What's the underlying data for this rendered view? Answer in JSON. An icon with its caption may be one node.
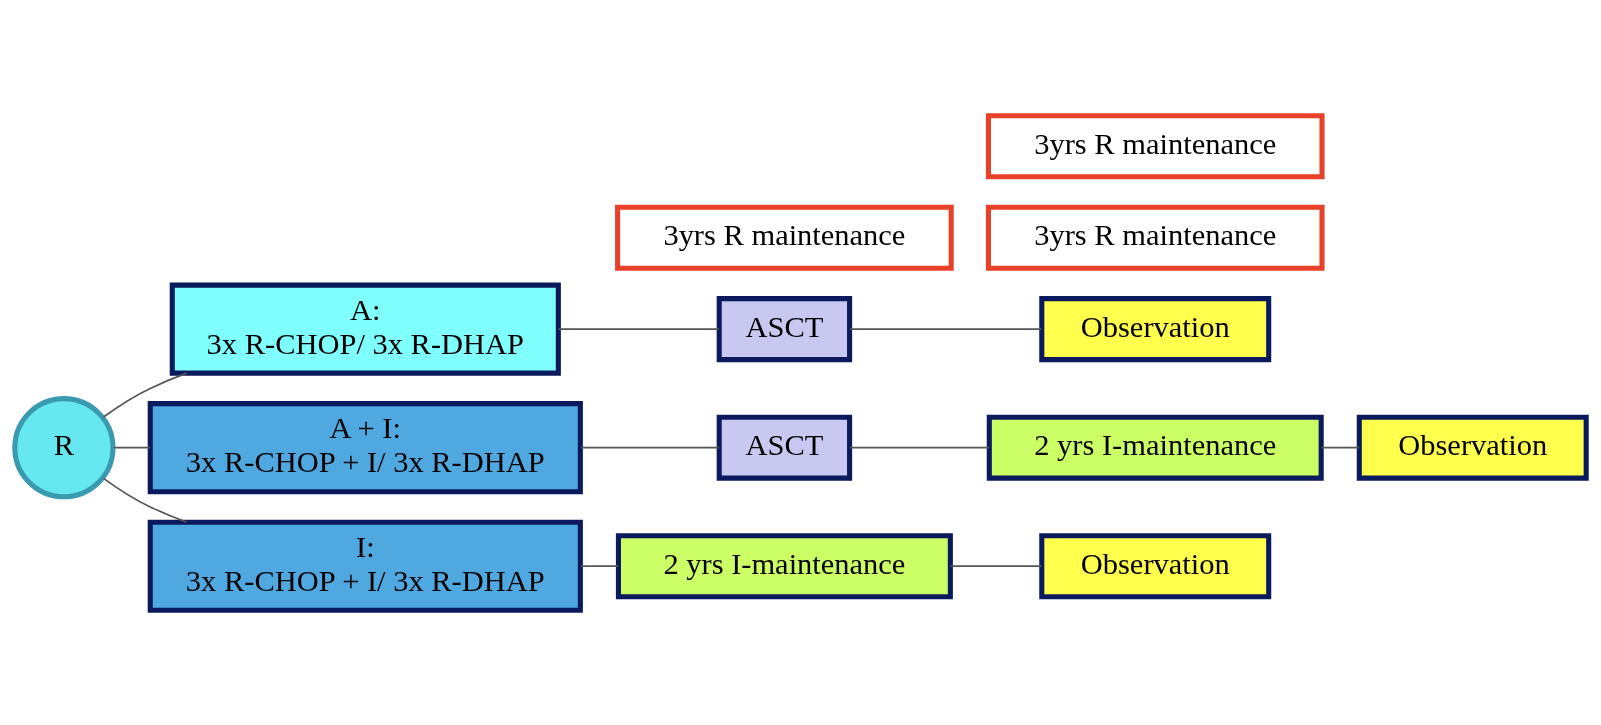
{
  "diagram": {
    "nodes": [
      {
        "text": [
          "R"
        ]
      },
      {
        "text": [
          "A:",
          "3x R-CHOP/ 3x R-DHAP"
        ]
      },
      {
        "text": [
          "ASCT"
        ]
      },
      {
        "text": [
          "Observation"
        ]
      },
      {
        "text": [
          "3yrs R maintenance"
        ]
      },
      {
        "text": [
          "A + I:",
          "3x R-CHOP + I/ 3x R-DHAP"
        ]
      },
      {
        "text": [
          "ASCT"
        ]
      },
      {
        "text": [
          "2 yrs I-maintenance"
        ]
      },
      {
        "text": [
          "Observation"
        ]
      },
      {
        "text": [
          "3yrs R maintenance"
        ]
      },
      {
        "text": [
          "I:",
          "3x R-CHOP + I/ 3x R-DHAP"
        ]
      },
      {
        "text": [
          "2 yrs I-maintenance"
        ]
      },
      {
        "text": [
          "Observation"
        ]
      },
      {
        "text": [
          "3yrs R maintenance"
        ]
      }
    ],
    "edges": [
      {
        "from": 0,
        "to": 1,
        "arrow": "none"
      },
      {
        "from": 0,
        "to": 5,
        "arrow": "none"
      },
      {
        "from": 0,
        "to": 10,
        "arrow": "none"
      },
      {
        "from": 1,
        "to": 2,
        "arrow": "none"
      },
      {
        "from": 2,
        "to": 3,
        "arrow": "none"
      },
      {
        "from": 5,
        "to": 6,
        "arrow": "none"
      },
      {
        "from": 6,
        "to": 7,
        "arrow": "none"
      },
      {
        "from": 7,
        "to": 8,
        "arrow": "none"
      },
      {
        "from": 10,
        "to": 11,
        "arrow": "none"
      },
      {
        "from": 11,
        "to": 12,
        "arrow": "none"
      }
    ]
  }
}
